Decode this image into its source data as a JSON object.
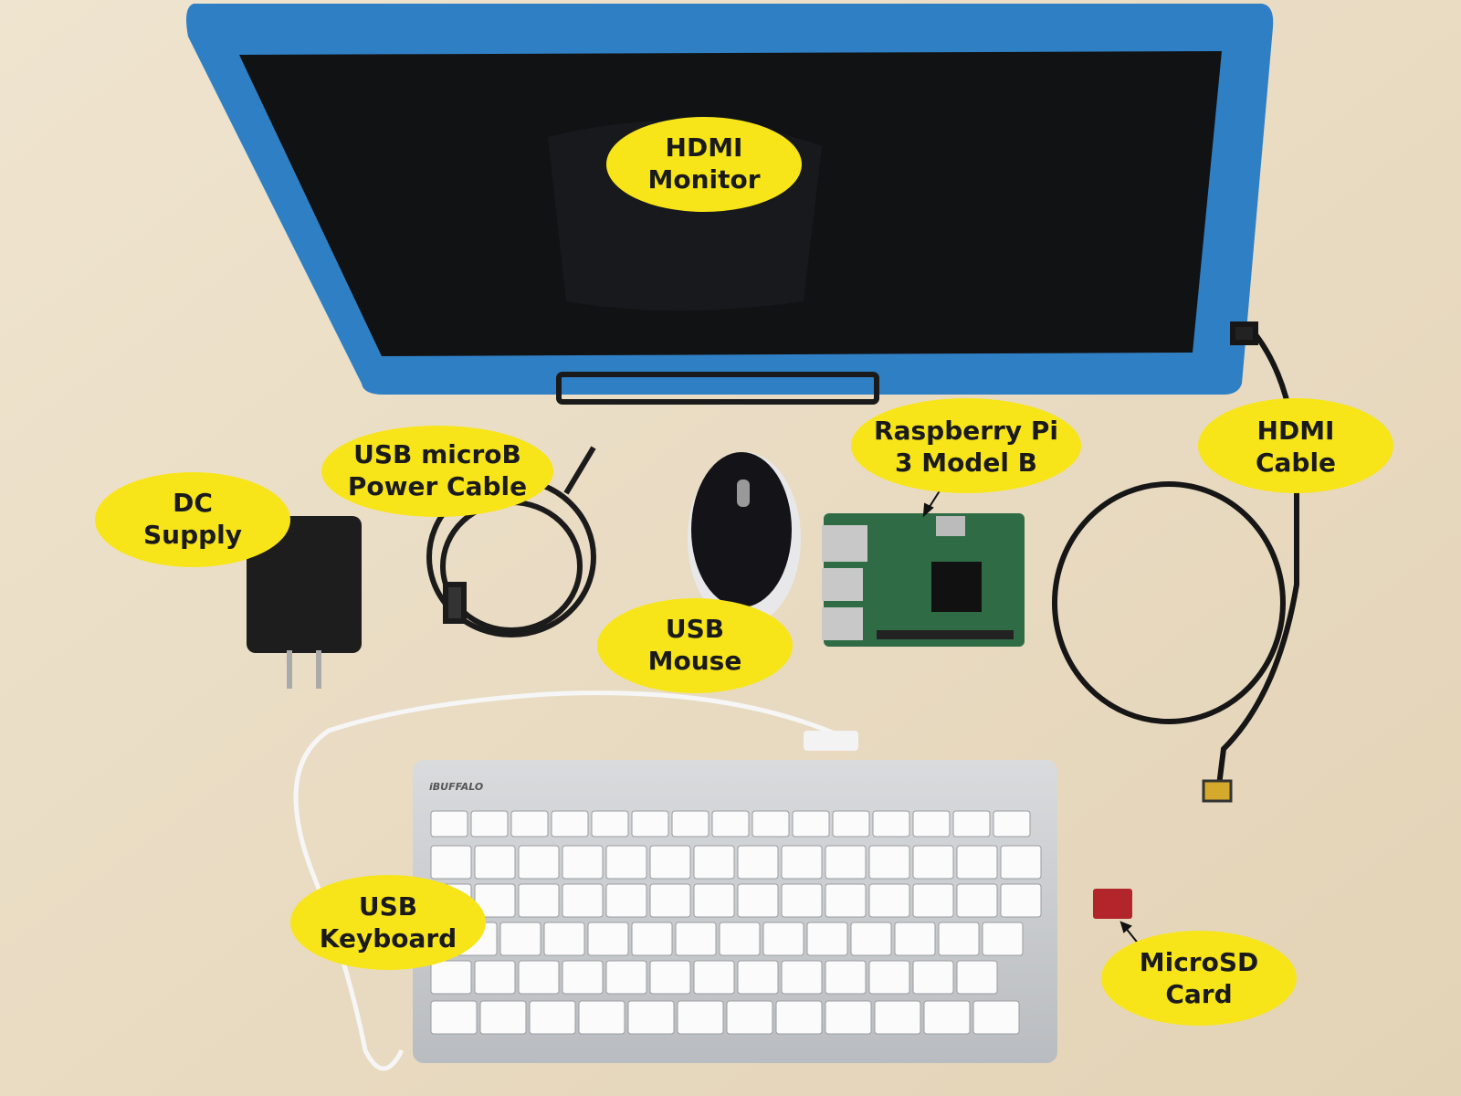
{
  "labels": {
    "monitor": {
      "line1": "HDMI",
      "line2": "Monitor"
    },
    "power_cable": {
      "line1": "USB microB",
      "line2": "Power Cable"
    },
    "dc_supply": {
      "line1": "DC",
      "line2": "Supply"
    },
    "mouse": {
      "line1": "USB",
      "line2": "Mouse"
    },
    "raspberry_pi": {
      "line1": "Raspberry Pi",
      "line2": "3 Model B"
    },
    "hdmi_cable": {
      "line1": "HDMI",
      "line2": "Cable"
    },
    "keyboard": {
      "line1": "USB",
      "line2": "Keyboard"
    },
    "microsd": {
      "line1": "MicroSD",
      "line2": "Card"
    }
  },
  "keyboard_brand": "iBUFFALO",
  "colors": {
    "label_fill": "#f7e51a",
    "monitor_frame": "#2f7fc4",
    "table": "#e9dcc4"
  }
}
